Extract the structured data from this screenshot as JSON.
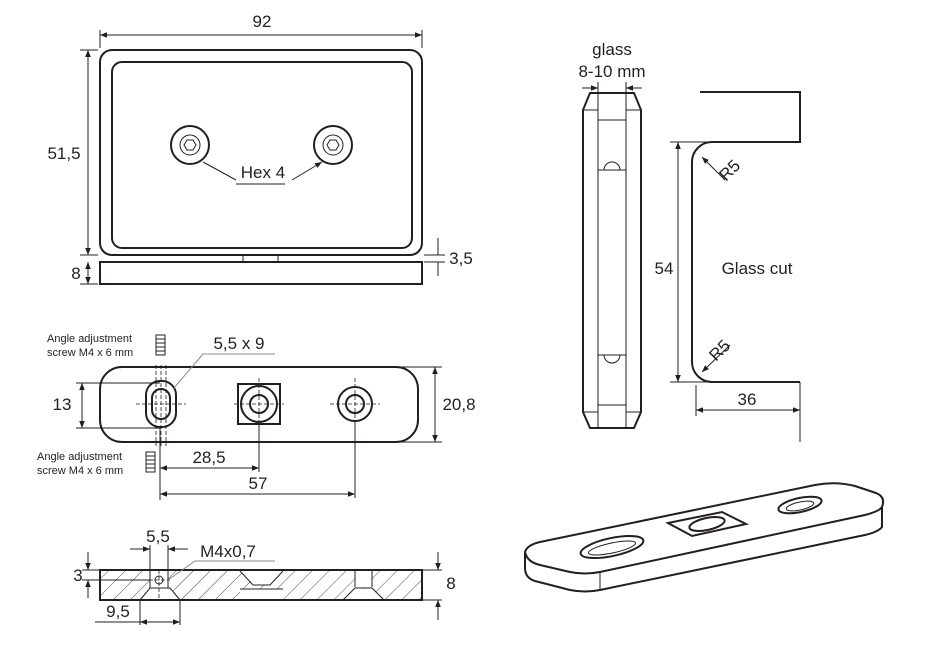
{
  "top_view": {
    "width": "92",
    "height": "51,5",
    "base": "8",
    "gap": "3,5",
    "hex_label": "Hex 4"
  },
  "plate_view": {
    "slot": "5,5 x 9",
    "height_inner": "13",
    "width": "20,8",
    "dist1": "28,5",
    "dist2": "57",
    "screw_top": [
      "Angle adjustment",
      "screw M4 x 6 mm"
    ],
    "screw_bottom": [
      "Angle adjustment",
      "screw M4 x 6 mm"
    ]
  },
  "section_view": {
    "depth": "3",
    "thickness": "8",
    "hole": "5,5",
    "thread": "M4x0,7",
    "offset": "9,5"
  },
  "side_view": {
    "glass_label": "glass",
    "glass_range": "8-10 mm"
  },
  "glass_cut": {
    "label": "Glass cut",
    "height": "54",
    "depth": "36",
    "radius_top": "R5",
    "radius_bottom": "R5"
  }
}
